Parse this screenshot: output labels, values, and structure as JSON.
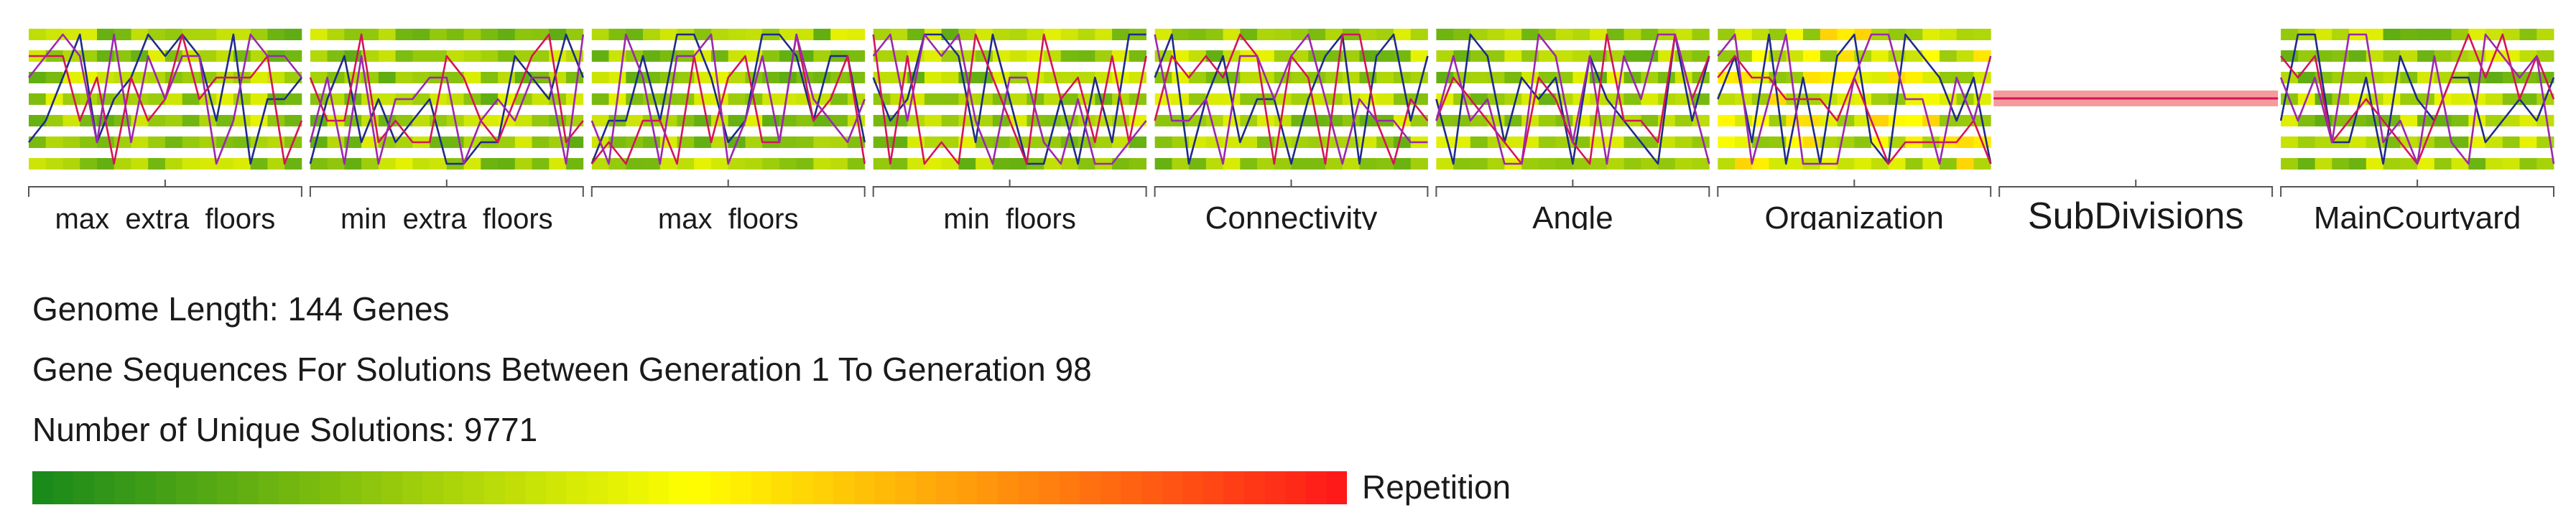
{
  "chart_data": {
    "type": "heatmap",
    "groups": [
      {
        "label": "max_extra_floors",
        "genes": 16
      },
      {
        "label": "min_extra_floors",
        "genes": 16
      },
      {
        "label": "max_floors",
        "genes": 16
      },
      {
        "label": "min_floors",
        "genes": 16
      },
      {
        "label": "Connectivity",
        "genes": 16
      },
      {
        "label": "Angle",
        "genes": 16
      },
      {
        "label": "Organization",
        "genes": 16
      },
      {
        "label": "SubDivisions",
        "genes": 16
      },
      {
        "label": "MainCourtyard",
        "genes": 16
      }
    ],
    "color_scale": {
      "label": "Repetition",
      "from": "#1a8a1a",
      "mid": "#ffff00",
      "to": "#ff1a1a"
    },
    "series_colors": [
      "#1f2a8c",
      "#d4145a",
      "#9c27b0"
    ]
  },
  "info": {
    "genome_length": "Genome Length: 144 Genes",
    "sequences": "Gene Sequences For Solutions Between Generation 1 To Generation 98",
    "unique_solutions": "Number of Unique Solutions: 9771"
  }
}
